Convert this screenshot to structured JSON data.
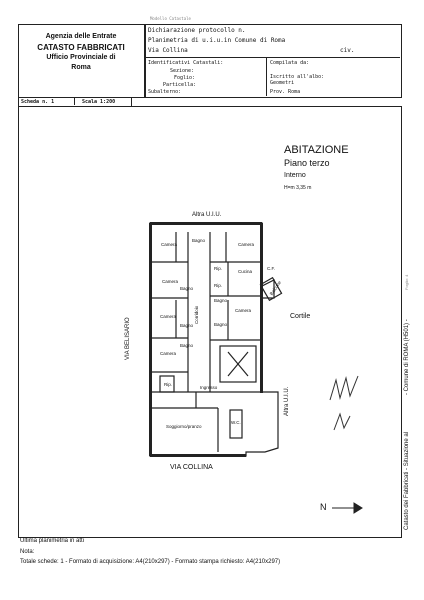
{
  "header": {
    "stamp_small": "Modello Catastale",
    "agency_lines": [
      "Agenzia delle Entrate",
      "CATASTO FABBRICATI",
      "Ufficio Provinciale di",
      "Roma"
    ],
    "dichiarazione": "Dichiarazione protocollo n.",
    "planimetria": "Planimetria di u.i.u.in Comune di Roma",
    "via": "Via Collina",
    "civ": "civ.",
    "identificativi": "Identificativi Catastali:",
    "sezione": "Sezione:",
    "foglio": "Foglio:",
    "particella": "Particella:",
    "subalterno": "Subalterno:",
    "compilata": "Compilata da:",
    "iscritto": "Iscritto all'albo:",
    "geometri": "Geometri",
    "prov": "Prov. Roma",
    "scheda": "Scheda n. 1",
    "scala": "Scala 1:200"
  },
  "plan": {
    "title": "ABITAZIONE",
    "piano": "Piano terzo",
    "interno": "Interno",
    "altezza": "H=m 3,35 m",
    "altra_top": "Altra U.I.U.",
    "altra_right": "Altra U.I.U.",
    "via_belisario": "VIA BELISARIO",
    "via_collina": "VIA COLLINA",
    "cortile": "Cortile",
    "north": "N",
    "rooms": {
      "camera1": "Camera",
      "camera2": "Camera",
      "camera3": "Camera",
      "camera4": "Camera",
      "camera5": "Camera",
      "camera6": "Camera",
      "bagno1": "Bagno",
      "bagno2": "Bagno",
      "bagno3": "Bagno",
      "bagno4": "Bagno",
      "bagno5": "Bagno",
      "bagno6": "Bagno",
      "cucina": "Cucina",
      "rip1": "Rip.",
      "rip2": "Rip.",
      "rip3": "Rip.",
      "cf": "C.F.",
      "balcone": "Balcone",
      "ingresso": "Ingresso",
      "soggiorno": "Soggiorno/pranzo",
      "corridoio": "Corridoio",
      "wc": "W.C."
    }
  },
  "footer": {
    "ultima": "Ultima planimetria in atti",
    "nota": "Nota:",
    "formato": "Totale schede: 1 - Formato di acquisizione: A4(210x297) - Formato stampa richiesto: A4(210x297)"
  },
  "side": {
    "catasto": "Catasto dei Fabbricati - Situazione al",
    "comune": "- Comune di ROMA (H501) -",
    "foglio_right": "Foglio: 4"
  }
}
